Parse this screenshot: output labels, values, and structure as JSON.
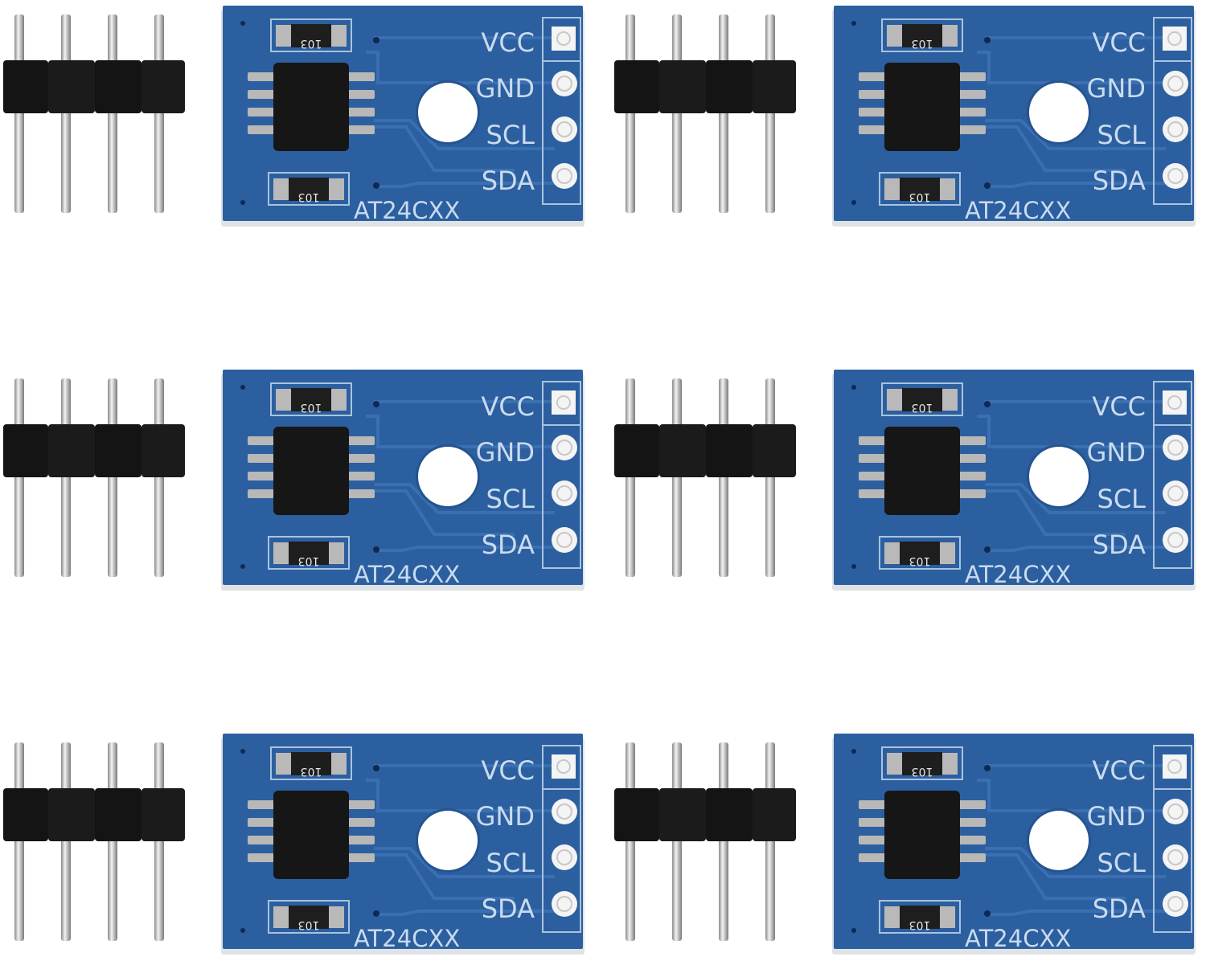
{
  "product": {
    "board_name": "AT24CXX",
    "pin_labels": [
      "VCC",
      "GND",
      "SCL",
      "SDA"
    ],
    "resistor_marking": "103",
    "module_count": 6,
    "header_pin_count": 4
  },
  "colors": {
    "pcb": "#2c5f9f",
    "silkscreen": "#c9dbef",
    "chip": "#161616",
    "header_plastic": "#141414",
    "pin_metal": "#c8c8c8",
    "background": "#ffffff"
  }
}
